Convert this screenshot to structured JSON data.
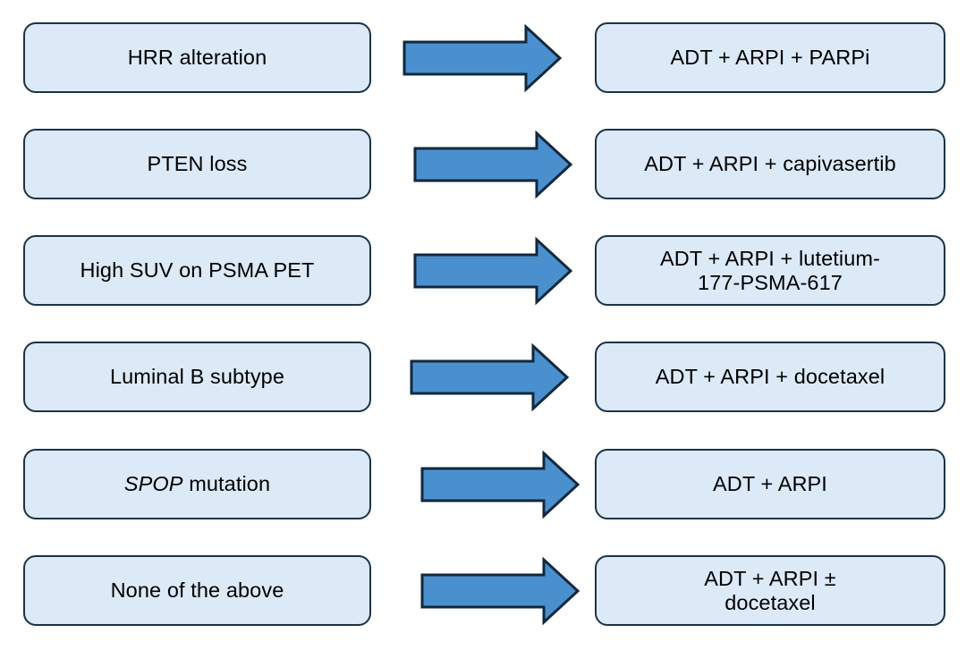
{
  "diagram": {
    "type": "flow-mapping",
    "title": "",
    "orientation": "left-to-right",
    "row_count": 6,
    "colors": {
      "node_fill": "#dce9f7",
      "node_border": "#1b3347",
      "arrow_fill": "#4a90cf",
      "arrow_border": "#12283c",
      "background": "#ffffff",
      "text": "#000000"
    },
    "arrow_icon_name": "right-arrow-icon",
    "rows": [
      {
        "id": "row-1",
        "biomarker": "HRR alteration",
        "biomarker_italic_prefix": "",
        "treatment": "ADT + ARPI + PARPi",
        "arrow_label": ""
      },
      {
        "id": "row-2",
        "biomarker": "PTEN loss",
        "biomarker_italic_prefix": "",
        "treatment": "ADT + ARPI + capivasertib",
        "arrow_label": ""
      },
      {
        "id": "row-3",
        "biomarker": "High SUV on PSMA PET",
        "biomarker_italic_prefix": "",
        "treatment": "ADT + ARPI + lutetium-\n177-PSMA-617",
        "arrow_label": ""
      },
      {
        "id": "row-4",
        "biomarker": "Luminal B subtype",
        "biomarker_italic_prefix": "",
        "treatment": "ADT + ARPI + docetaxel",
        "arrow_label": ""
      },
      {
        "id": "row-5",
        "biomarker": " mutation",
        "biomarker_italic_prefix": "SPOP",
        "treatment": "ADT + ARPI",
        "arrow_label": ""
      },
      {
        "id": "row-6",
        "biomarker": "None of the above",
        "biomarker_italic_prefix": "",
        "treatment": "ADT + ARPI ±\ndocetaxel",
        "arrow_label": ""
      }
    ]
  }
}
